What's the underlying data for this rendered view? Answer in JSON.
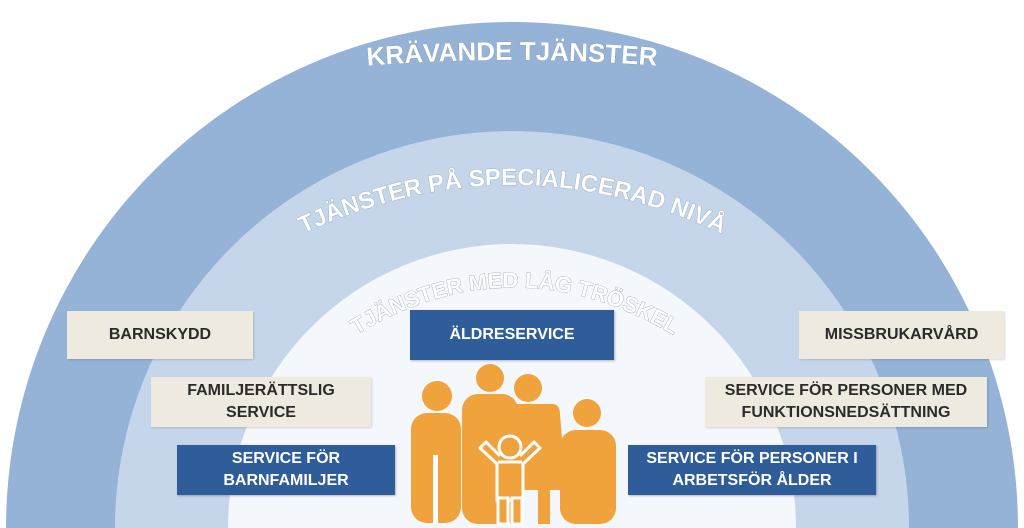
{
  "arcs": {
    "outer_label": "KRÄVANDE TJÄNSTER",
    "middle_label": "TJÄNSTER PÅ SPECIALICERAD NIVÅ",
    "inner_label": "TJÄNSTER MED LÅG TRÖSKEL"
  },
  "boxes": {
    "barnskydd": "BARNSKYDD",
    "aldreservice": "ÄLDRESERVICE",
    "missbrukarvard": "MISSBRUKARVÅRD",
    "familjerattslig": "FAMILJERÄTTSLIG\nSERVICE",
    "funktionsnedsattning": "SERVICE FÖR PERSONER MED\nFUNKTIONSNEDSÄTTNING",
    "barnfamiljer": "SERVICE FÖR\nBARNFAMILJER",
    "arbetsfor": "SERVICE FÖR PERSONER I\nARBETSFÖR ÅLDER"
  },
  "colors": {
    "outer_arc": "#95b3d7",
    "middle_arc": "#c6d6ea",
    "inner_arc": "#f4f7fb",
    "blue_box": "#2f5d99",
    "beige_box": "#eeeae0",
    "family_icon": "#f0a23c"
  },
  "icons": [
    "family-icon"
  ]
}
